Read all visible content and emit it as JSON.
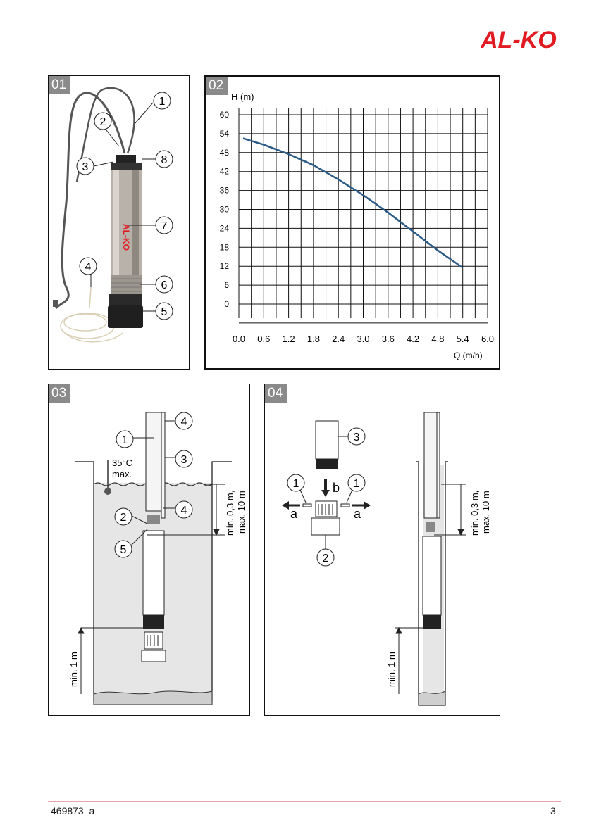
{
  "header": {
    "brand": "AL-KO"
  },
  "footer": {
    "doc_number": "469873_a",
    "page_number": "3"
  },
  "figure01": {
    "tag": "01",
    "callouts": [
      "1",
      "2",
      "3",
      "8",
      "7",
      "4",
      "6",
      "5"
    ],
    "pump_brand": "AL-KO"
  },
  "figure02": {
    "tag": "02",
    "chart_data": {
      "type": "line",
      "ylabel": "H (m)",
      "xlabel": "Q (m/h)",
      "ylim": [
        0,
        60
      ],
      "xlim": [
        0.0,
        6.0
      ],
      "yticks": [
        "60",
        "54",
        "48",
        "42",
        "36",
        "30",
        "24",
        "18",
        "12",
        "6",
        "0"
      ],
      "xticks": [
        "0.0",
        "0.6",
        "1.2",
        "1.8",
        "2.4",
        "3.0",
        "3.6",
        "4.2",
        "4.8",
        "5.4",
        "6.0"
      ],
      "grid": true,
      "series": [
        {
          "color": "#2a5a86",
          "points": [
            [
              0.1,
              52.5
            ],
            [
              0.6,
              50.5
            ],
            [
              1.2,
              47.5
            ],
            [
              1.8,
              44
            ],
            [
              2.4,
              39.5
            ],
            [
              3.0,
              34.5
            ],
            [
              3.6,
              29
            ],
            [
              4.2,
              23
            ],
            [
              4.8,
              17
            ],
            [
              5.4,
              11.5
            ]
          ]
        }
      ]
    }
  },
  "figure03": {
    "tag": "03",
    "temp_label_1": "35°C",
    "temp_label_2": "max.",
    "depth_label_1": "min. 0,3 m,",
    "depth_label_2": "max. 10 m",
    "bottom_label": "min. 1 m",
    "callouts": [
      "4",
      "1",
      "3",
      "4",
      "2",
      "5"
    ]
  },
  "figure04": {
    "tag": "04",
    "callouts": [
      "3",
      "1",
      "1",
      "2"
    ],
    "arrow_b": "b",
    "arrow_a_left": "a",
    "arrow_a_right": "a",
    "depth_label_1": "min. 0,3 m,",
    "depth_label_2": "max. 10 m",
    "bottom_label": "min. 1 m"
  }
}
